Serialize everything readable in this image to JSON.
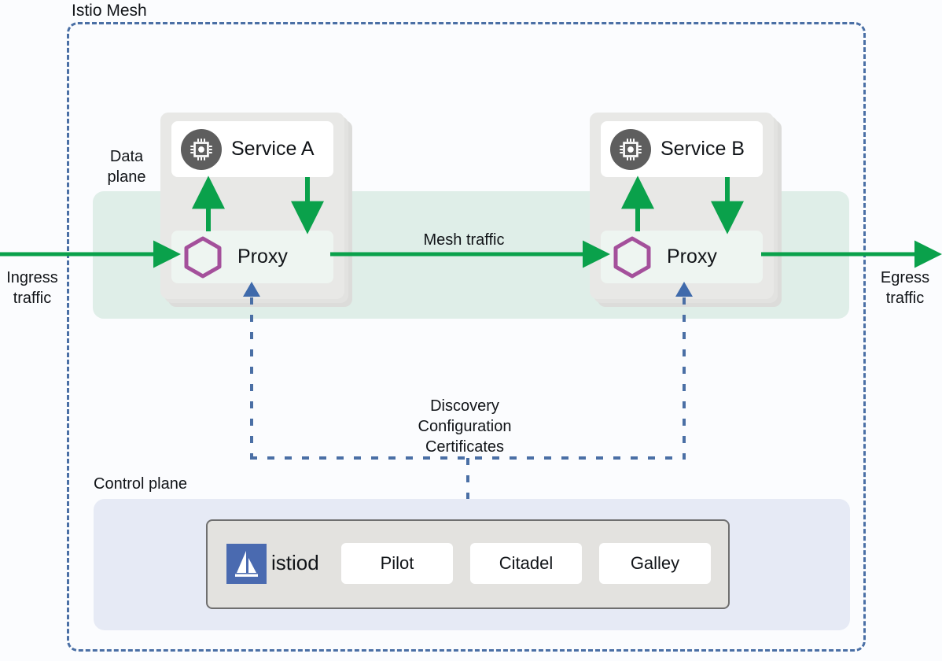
{
  "diagram": {
    "title": "Istio Mesh",
    "mesh_border_color": "#4a6fa5",
    "dataplane_band_color": "#dfeee8",
    "controlplane_box_color": "#e6eaf5",
    "traffic_color": "#0aa14b",
    "proxy_hex_color": "#a4509b",
    "istiod_logo_color": "#4a6ab0"
  },
  "zones": {
    "data_plane_label": "Data\nplane",
    "control_plane_label": "Control plane"
  },
  "workloads": [
    {
      "service_name": "Service A",
      "service_icon": "cpu-chip-icon",
      "proxy_name": "Proxy",
      "proxy_icon": "hexagon-envoy-icon"
    },
    {
      "service_name": "Service B",
      "service_icon": "cpu-chip-icon",
      "proxy_name": "Proxy",
      "proxy_icon": "hexagon-envoy-icon"
    }
  ],
  "traffic": {
    "ingress_label": "Ingress\ntraffic",
    "egress_label": "Egress\ntraffic",
    "mesh_label": "Mesh traffic",
    "control_label": "Discovery\nConfiguration\nCertificates"
  },
  "control_plane": {
    "istiod_name": "istiod",
    "istiod_icon": "istio-sailboat-logo",
    "components": [
      {
        "label": "Pilot"
      },
      {
        "label": "Citadel"
      },
      {
        "label": "Galley"
      }
    ]
  }
}
